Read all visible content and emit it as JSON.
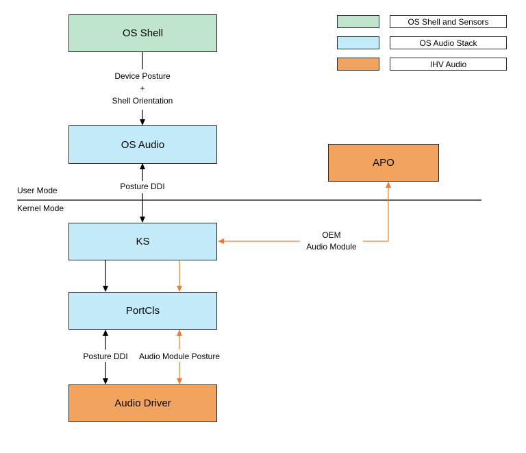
{
  "colors": {
    "shell": "#bfe6cc",
    "stack": "#c4ebfa",
    "ihv": "#f2a45e",
    "black_arrow": "#000000",
    "orange_arrow": "#ed7d31"
  },
  "legend": [
    {
      "label": "OS Shell and Sensors",
      "color_key": "shell"
    },
    {
      "label": "OS Audio Stack",
      "color_key": "stack"
    },
    {
      "label": "IHV Audio",
      "color_key": "ihv"
    }
  ],
  "nodes": {
    "os_shell": "OS Shell",
    "os_audio": "OS Audio",
    "apo": "APO",
    "ks": "KS",
    "portcls": "PortCls",
    "audio_driver": "Audio Driver"
  },
  "labels": {
    "device_posture": "Device Posture",
    "plus": "+",
    "shell_orientation": "Shell Orientation",
    "posture_ddi_top": "Posture DDI",
    "user_mode": "User Mode",
    "kernel_mode": "Kernel Mode",
    "oem": "OEM",
    "audio_module": "Audio Module",
    "posture_ddi_bottom": "Posture DDI",
    "audio_module_posture": "Audio Module Posture"
  }
}
